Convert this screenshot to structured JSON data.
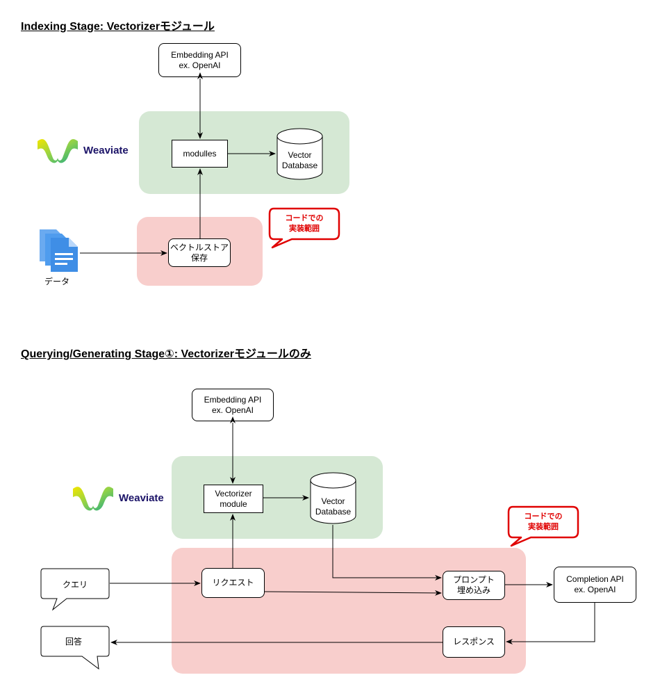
{
  "indexing": {
    "title": "Indexing Stage: Vectorizerモジュール",
    "embedding_api": "Embedding API\nex. OpenAI",
    "modules_box": "modulles",
    "vector_db": "Vector\nDatabase",
    "vectorstore_box": "ベクトルストア\n保存",
    "data_label": "データ",
    "callout": "コードでの\n実装範囲",
    "logo_text": "Weaviate"
  },
  "querying": {
    "title": "Querying/Generating Stage①: Vectorizerモジュールのみ",
    "embedding_api": "Embedding API\nex. OpenAI",
    "vectorizer_box": "Vectorizer\nmodule",
    "vector_db": "Vector\nDatabase",
    "query_bubble": "クエリ",
    "request_box": "リクエスト",
    "prompt_box": "プロンプト\n埋め込み",
    "completion_api": "Completion API\nex. OpenAI",
    "response_box": "レスポンス",
    "answer_bubble": "回答",
    "callout": "コードでの\n実装範囲",
    "logo_text": "Weaviate"
  },
  "colors": {
    "green_region": "#d5e8d4",
    "red_region": "#f8cecc",
    "callout_red": "#e00000",
    "logo_navy": "#1c1468",
    "document_blue": "#3f8ee6"
  }
}
